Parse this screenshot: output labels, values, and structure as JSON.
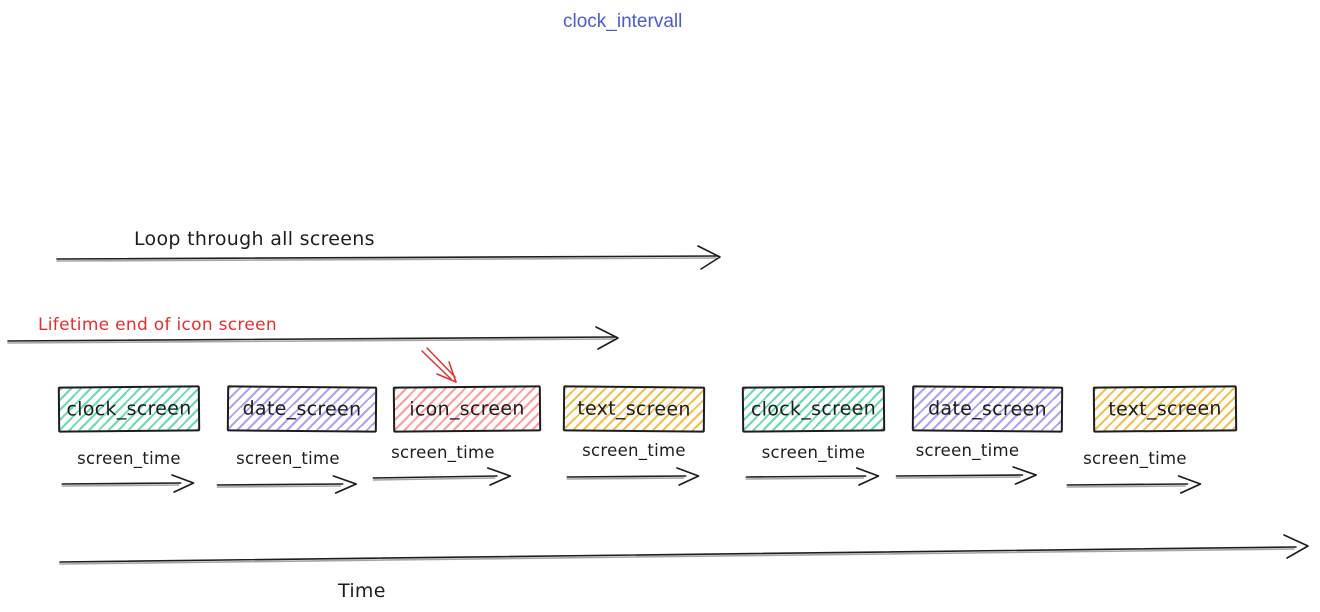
{
  "title": {
    "text": "clock_intervall",
    "color": "#4d5bd0"
  },
  "annotations": {
    "loop": {
      "label": "Loop through all screens"
    },
    "lifetime": {
      "label": "Lifetime end of icon screen",
      "color": "#e03131"
    }
  },
  "screens": [
    {
      "label": "clock_screen",
      "color_name": "green",
      "fill": "#69dbae"
    },
    {
      "label": "date_screen",
      "color_name": "purple",
      "fill": "#b3a0f2"
    },
    {
      "label": "icon_screen",
      "color_name": "red",
      "fill": "#ff9c9c"
    },
    {
      "label": "text_screen",
      "color_name": "yellow",
      "fill": "#f2c04e"
    },
    {
      "label": "clock_screen",
      "color_name": "green",
      "fill": "#69dbae"
    },
    {
      "label": "date_screen",
      "color_name": "purple",
      "fill": "#b3a0f2"
    },
    {
      "label": "text_screen",
      "color_name": "yellow",
      "fill": "#f2c04e"
    }
  ],
  "interval_label": "screen_time",
  "time_axis": {
    "label": "Time"
  },
  "colors": {
    "stroke": "#1d1d1d",
    "red_accent": "#e03131",
    "title_blue": "#4d5bd0",
    "background": "#ffffff"
  }
}
